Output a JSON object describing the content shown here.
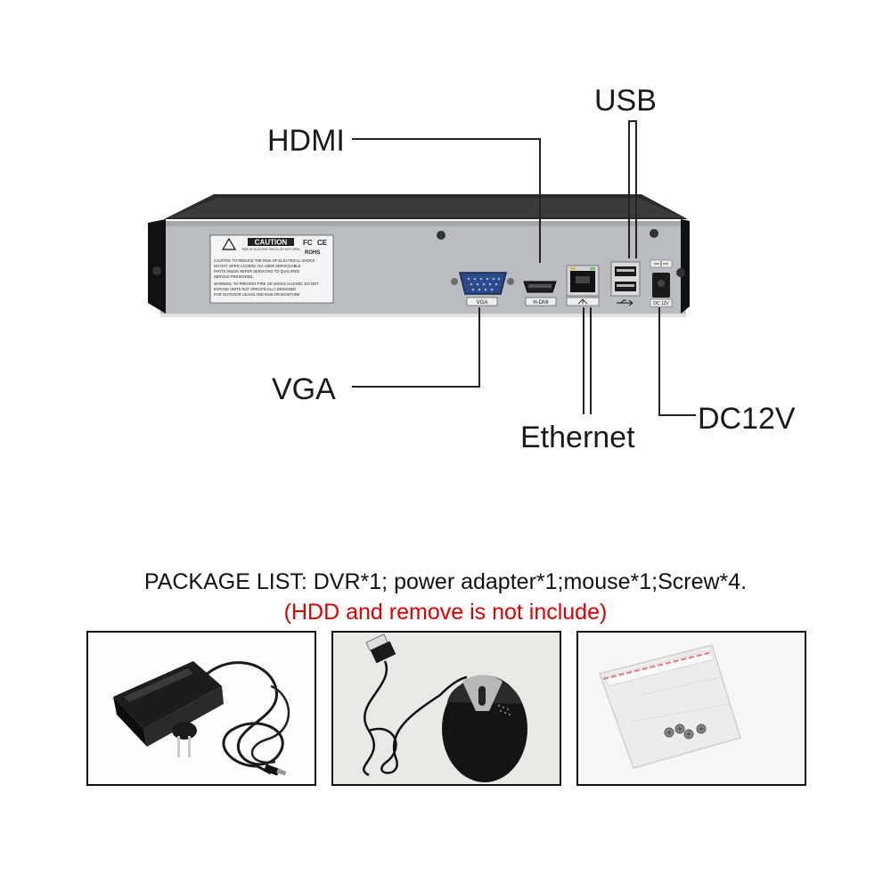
{
  "callouts": {
    "hdmi": "HDMI",
    "usb": "USB",
    "vga": "VGA",
    "ethernet": "Ethernet",
    "dc12v": "DC12V"
  },
  "panel": {
    "caution_title": "CAUTION",
    "caution_sub": "RISK OF ELECTRIC SHOCK DO NOT OPEN",
    "caution_lines": [
      "CAUTION: TO REDUCE THE RISK OF ELECTRICAL SHOCK,",
      "DO NOT OPEN COVERS. NO USER SERVICEABLE",
      "PARTS INSIDE REFER SERVICING TO QUALIFIED",
      "SERVICE PERSONNEL.",
      "WARNING: TO PREVENT FIRE OR SHOCK HAZARD, DO NOT",
      "EXPOSE UNITS NOT SPECIFICALLY DESIGNED",
      "FOR OUTDOOR USAGE AND RAIN OR MOISTURE"
    ],
    "cert_fc": "FC",
    "cert_ce": "CE",
    "cert_rohs": "ROHS",
    "port_vga": "VGA",
    "port_hdmi": "H-DMI",
    "port_dc": "DC 12V"
  },
  "package": {
    "list": "PACKAGE LIST: DVR*1; power adapter*1;mouse*1;Screw*4.",
    "note": "(HDD and remove is not include)",
    "note_color": "#e00000"
  }
}
